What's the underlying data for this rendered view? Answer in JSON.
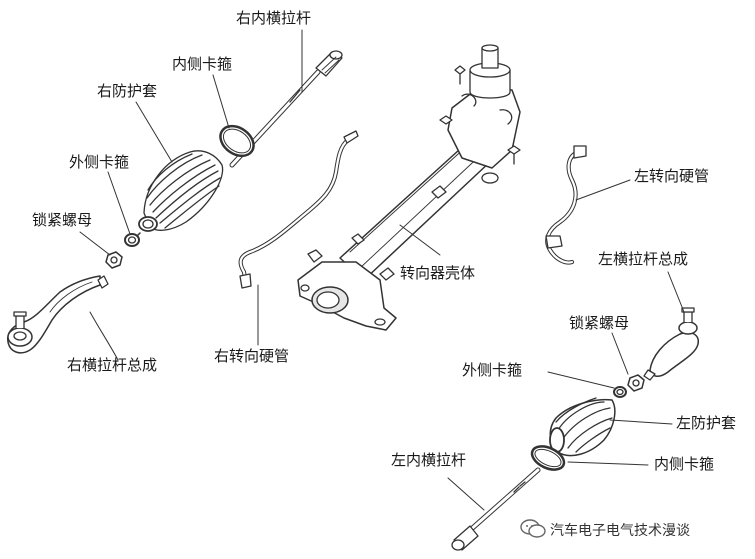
{
  "labels": {
    "right_inner_tie_rod": "右内横拉杆",
    "inner_clamp_right": "内侧卡箍",
    "right_boot": "右防护套",
    "outer_clamp_right": "外侧卡箍",
    "lock_nut_right": "锁紧螺母",
    "right_tie_rod_assembly": "右横拉杆总成",
    "right_steering_pipe": "右转向硬管",
    "steering_housing": "转向器壳体",
    "left_steering_pipe": "左转向硬管",
    "left_tie_rod_assembly": "左横拉杆总成",
    "lock_nut_left": "锁紧螺母",
    "outer_clamp_left": "外侧卡箍",
    "left_boot": "左防护套",
    "left_inner_tie_rod": "左内横拉杆",
    "inner_clamp_left": "内侧卡箍"
  },
  "watermark": "汽车电子电气技术漫谈",
  "colors": {
    "line": "#333333",
    "text": "#1a1a1a",
    "fill": "#ffffff",
    "shade": "#e6e6e6"
  }
}
